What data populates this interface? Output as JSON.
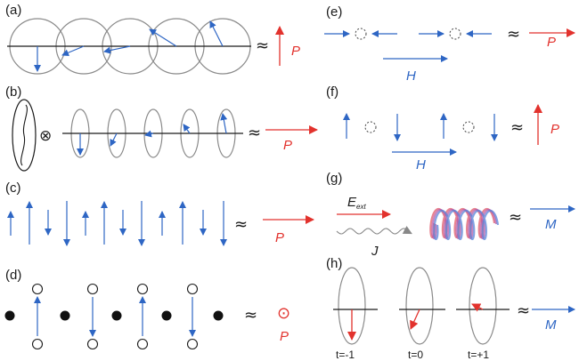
{
  "colors": {
    "spin": "#2e66c4",
    "polarization": "#e2322d",
    "outline": "#8a8a8a",
    "line": "#1a1a1a"
  },
  "panels": {
    "a": {
      "label": "(a)",
      "symbol": "P"
    },
    "b": {
      "label": "(b)",
      "symbol": "P",
      "otimes": "⊗"
    },
    "c": {
      "label": "(c)",
      "symbol": "P"
    },
    "d": {
      "label": "(d)",
      "symbol": "P",
      "odot": "⊙"
    },
    "e": {
      "label": "(e)",
      "symbol": "P",
      "field": "H"
    },
    "f": {
      "label": "(f)",
      "symbol": "P",
      "field": "H"
    },
    "g": {
      "label": "(g)",
      "symbol": "M",
      "efield": "E",
      "efield_sub": "ext",
      "current": "J"
    },
    "h": {
      "label": "(h)",
      "symbol": "M",
      "times": [
        "t=-1",
        "t=0",
        "t=+1"
      ]
    }
  },
  "approx": "≈"
}
